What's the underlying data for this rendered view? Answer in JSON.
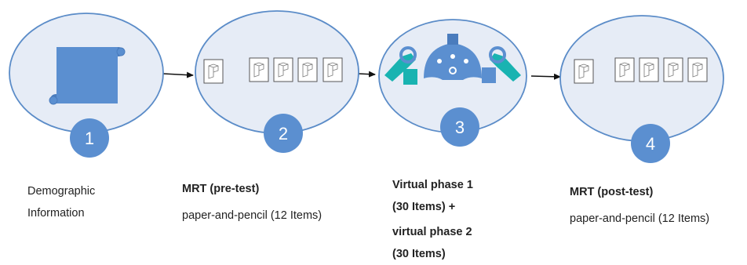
{
  "colors": {
    "ellipse_fill": "#e6ecf6",
    "ellipse_stroke": "#5b8cc8",
    "badge_fill": "#5b8fd0",
    "badge_text": "#ffffff",
    "icon_blue": "#5b8fd0",
    "vr_teal": "#19b3b1",
    "arrow": "#111111"
  },
  "stages": [
    {
      "number": "1",
      "icon": "scroll-icon"
    },
    {
      "number": "2",
      "icon": "mental-rotation-figures-icon"
    },
    {
      "number": "3",
      "icon": "vr-headset-controllers-icon"
    },
    {
      "number": "4",
      "icon": "mental-rotation-figures-icon"
    }
  ],
  "labels": {
    "stage1": {
      "line1": "Demographic",
      "line2": "Information"
    },
    "stage2": {
      "title": "MRT (pre-test)",
      "subtitle": "paper-and-pencil (12 Items)"
    },
    "stage3": {
      "line1": "Virtual phase 1",
      "line2": "(30 Items) +",
      "line3": "virtual phase 2",
      "line4": "(30 Items)"
    },
    "stage4": {
      "title": "MRT (post-test)",
      "subtitle": "paper-and-pencil (12 Items)"
    }
  }
}
